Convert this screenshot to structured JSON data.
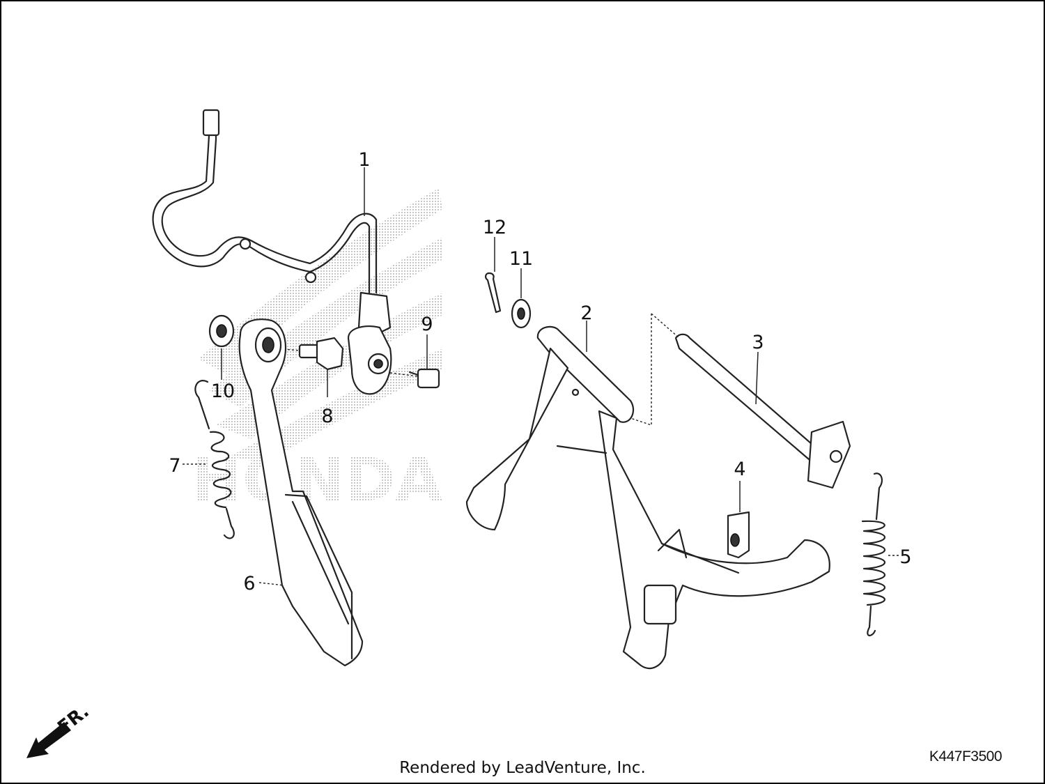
{
  "diagram": {
    "callouts": [
      "1",
      "2",
      "3",
      "4",
      "5",
      "6",
      "7",
      "8",
      "9",
      "10",
      "11",
      "12"
    ],
    "direction_label": "FR.",
    "watermark": "HONDA",
    "diagram_code": "K447F3500",
    "credit": "Rendered by LeadVenture, Inc."
  },
  "colors": {
    "line": "#222222",
    "background": "#ffffff",
    "watermark": "#c8c8c8"
  }
}
